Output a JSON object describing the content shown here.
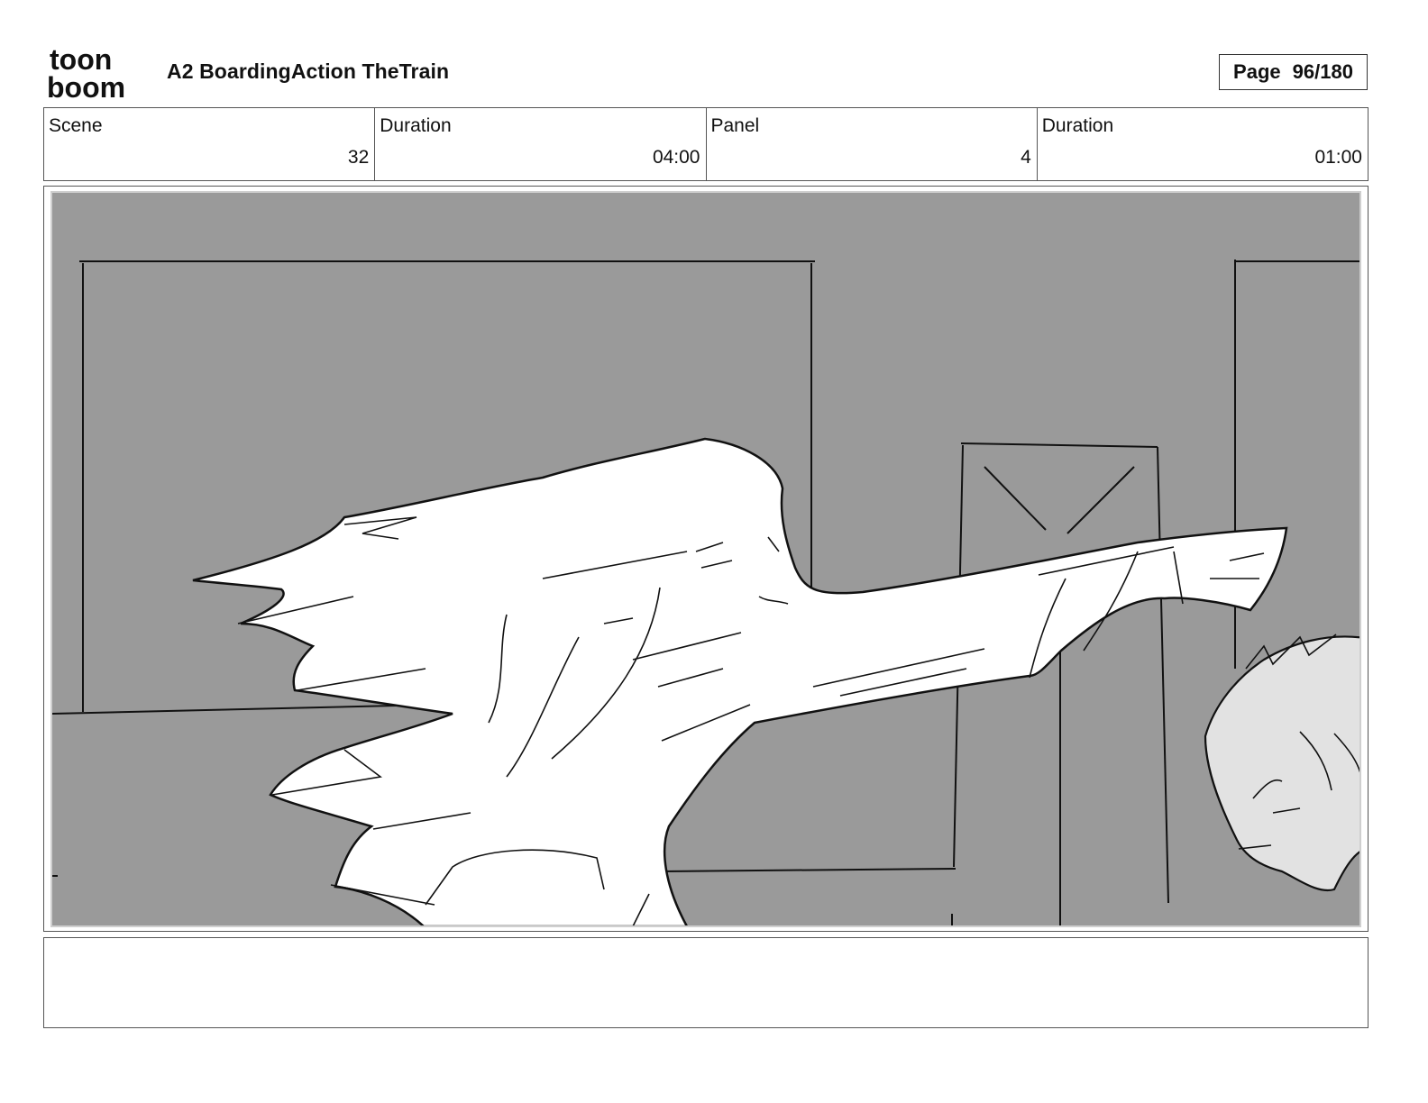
{
  "header": {
    "logo_top": "toon",
    "logo_bottom": "boom",
    "title": "A2 BoardingAction TheTrain",
    "page_label": "Page",
    "page_number": "96/180"
  },
  "info": {
    "scene_label": "Scene",
    "scene_value": "32",
    "scene_duration_label": "Duration",
    "scene_duration_value": "04:00",
    "panel_label": "Panel",
    "panel_value": "4",
    "panel_duration_label": "Duration",
    "panel_duration_value": "01:00"
  },
  "notes": {
    "text": ""
  },
  "colors": {
    "panel_background": "#9a9a9a",
    "figure_fill": "#ffffff",
    "secondary_figure_fill": "#e2e2e2",
    "line": "#111111"
  }
}
